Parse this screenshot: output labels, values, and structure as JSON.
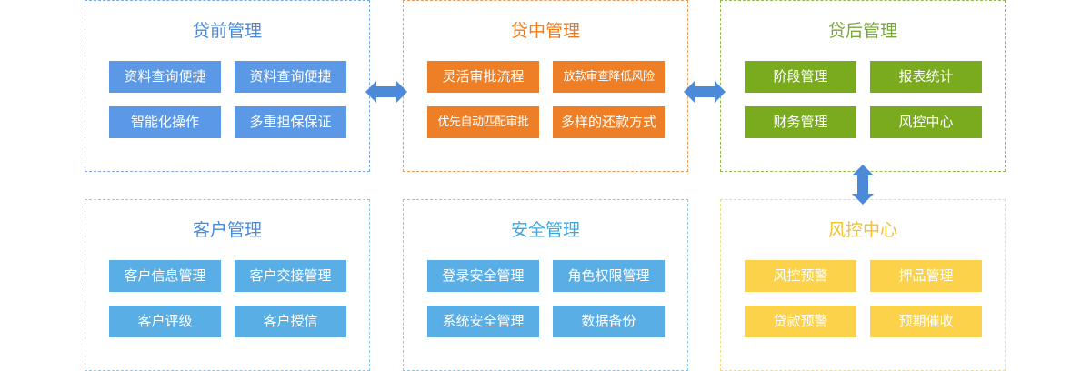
{
  "panels": {
    "pre_loan": {
      "title": "贷前管理",
      "items": [
        "资料查询便捷",
        "资料查询便捷",
        "智能化操作",
        "多重担保保证"
      ]
    },
    "in_loan": {
      "title": "贷中管理",
      "items": [
        "灵活审批流程",
        "放款审查降低风险",
        "优先自动匹配审批",
        "多样的还款方式"
      ]
    },
    "post_loan": {
      "title": "贷后管理",
      "items": [
        "阶段管理",
        "报表统计",
        "财务管理",
        "风控中心"
      ]
    },
    "customer": {
      "title": "客户管理",
      "items": [
        "客户信息管理",
        "客户交接管理",
        "客户评级",
        "客户授信"
      ]
    },
    "security": {
      "title": "安全管理",
      "items": [
        "登录安全管理",
        "角色权限管理",
        "系统安全管理",
        "数据备份"
      ]
    },
    "risk": {
      "title": "风控中心",
      "items": [
        "风控预警",
        "押品管理",
        "贷款预警",
        "预期催收"
      ]
    }
  },
  "colors": {
    "blue": "#5b98e6",
    "orange": "#ef7f26",
    "green": "#7aab1e",
    "light_blue": "#5aaee6",
    "yellow": "#fbd24a",
    "arrow_blue": "#4a8ad8"
  },
  "icons": [
    "double-arrow-horizontal-icon",
    "double-arrow-horizontal-icon",
    "double-arrow-vertical-icon"
  ]
}
